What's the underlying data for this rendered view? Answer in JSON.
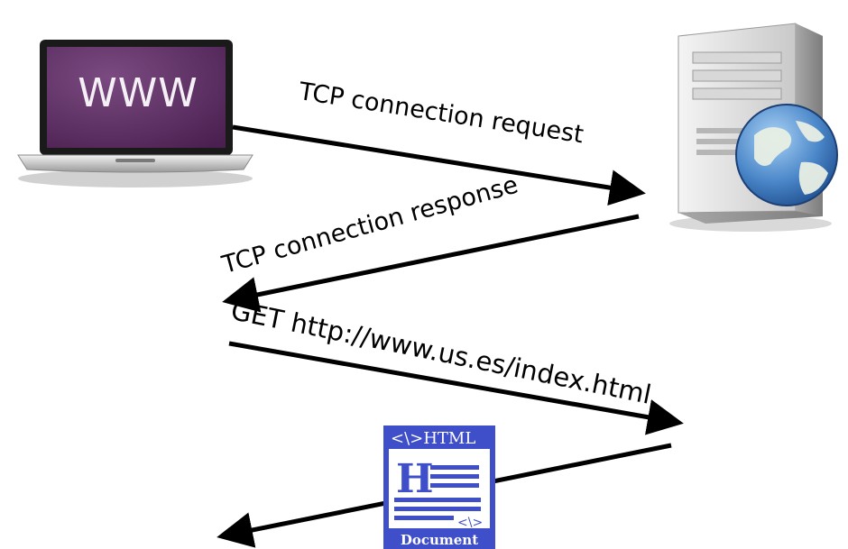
{
  "diagram": {
    "laptop": {
      "screen_text": "WWW",
      "icon": "laptop-icon"
    },
    "server": {
      "icon": "web-server-icon"
    },
    "messages": [
      {
        "label": "TCP connection request",
        "direction": "client-to-server"
      },
      {
        "label": "TCP connection response",
        "direction": "server-to-client"
      },
      {
        "label": "GET http://www.us.es/index.html",
        "direction": "client-to-server"
      },
      {
        "label": "",
        "direction": "server-to-client"
      }
    ],
    "document": {
      "icon": "html-document-icon",
      "header": "<\\>HTML",
      "letter": "H",
      "footer_tag": "<\\>",
      "footer": "Document"
    }
  },
  "colors": {
    "screen": "#5a2a5e",
    "doc_blue": "#3f4fc9",
    "globe": "#4a86c8",
    "arrow": "#000000"
  }
}
